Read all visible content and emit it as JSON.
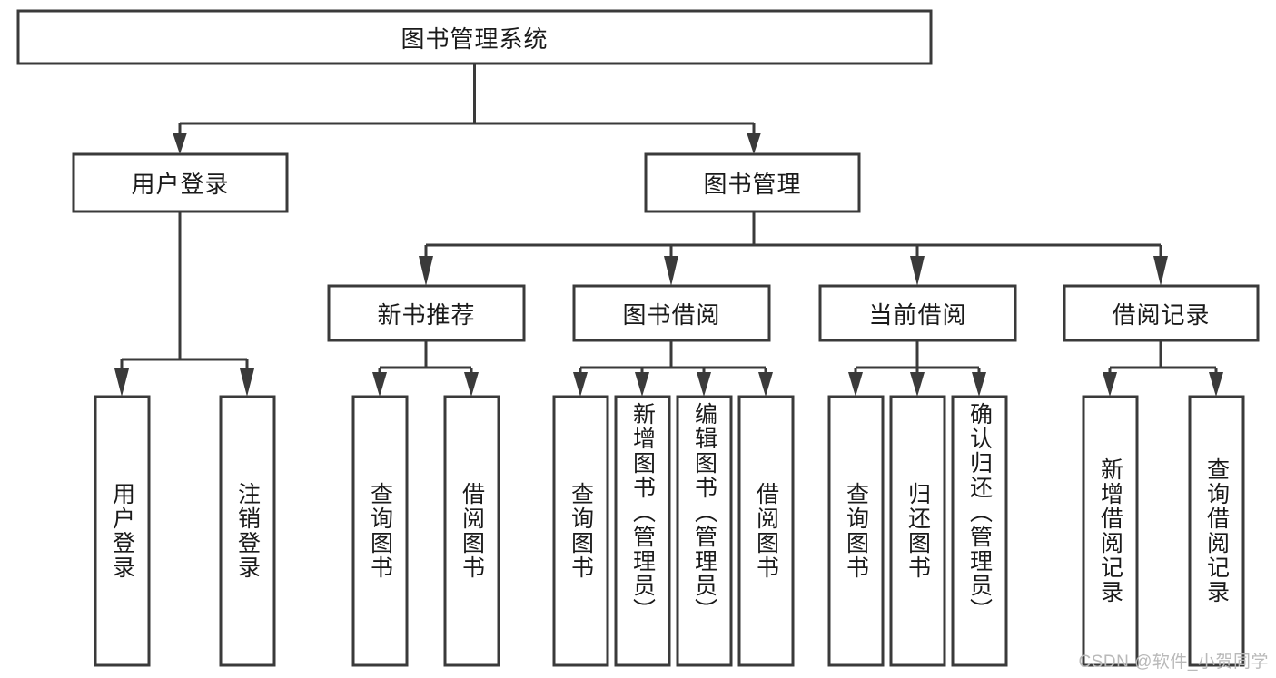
{
  "diagram": {
    "type": "tree-hierarchy",
    "title": "图书管理系统",
    "orientation": "top-down",
    "root": {
      "id": "root",
      "label": "图书管理系统",
      "text_orientation": "horizontal"
    },
    "level2": [
      {
        "id": "user-login",
        "label": "用户登录",
        "text_orientation": "horizontal"
      },
      {
        "id": "book-management",
        "label": "图书管理",
        "text_orientation": "horizontal"
      }
    ],
    "level3": [
      {
        "id": "new-book-recommend",
        "label": "新书推荐",
        "parent": "book-management",
        "text_orientation": "horizontal"
      },
      {
        "id": "book-borrow",
        "label": "图书借阅",
        "parent": "book-management",
        "text_orientation": "horizontal"
      },
      {
        "id": "current-borrow",
        "label": "当前借阅",
        "parent": "book-management",
        "text_orientation": "horizontal"
      },
      {
        "id": "borrow-record",
        "label": "借阅记录",
        "parent": "book-management",
        "text_orientation": "horizontal"
      }
    ],
    "leaves": [
      {
        "id": "leaf-user-login",
        "label": "用户登录",
        "parent": "user-login",
        "text_orientation": "vertical"
      },
      {
        "id": "leaf-logout",
        "label": "注销登录",
        "parent": "user-login",
        "text_orientation": "vertical"
      },
      {
        "id": "leaf-query-book-1",
        "label": "查询图书",
        "parent": "new-book-recommend",
        "text_orientation": "vertical"
      },
      {
        "id": "leaf-borrow-book-1",
        "label": "借阅图书",
        "parent": "new-book-recommend",
        "text_orientation": "vertical"
      },
      {
        "id": "leaf-query-book-2",
        "label": "查询图书",
        "parent": "book-borrow",
        "text_orientation": "vertical"
      },
      {
        "id": "leaf-add-book",
        "label": "新增图书（管理员）",
        "parent": "book-borrow",
        "text_orientation": "vertical"
      },
      {
        "id": "leaf-edit-book",
        "label": "编辑图书（管理员）",
        "parent": "book-borrow",
        "text_orientation": "vertical"
      },
      {
        "id": "leaf-borrow-book-2",
        "label": "借阅图书",
        "parent": "book-borrow",
        "text_orientation": "vertical"
      },
      {
        "id": "leaf-query-book-3",
        "label": "查询图书",
        "parent": "current-borrow",
        "text_orientation": "vertical"
      },
      {
        "id": "leaf-return-book",
        "label": "归还图书",
        "parent": "current-borrow",
        "text_orientation": "vertical"
      },
      {
        "id": "leaf-confirm-return",
        "label": "确认归还（管理员）",
        "parent": "current-borrow",
        "text_orientation": "vertical"
      },
      {
        "id": "leaf-add-record",
        "label": "新增借阅记录",
        "parent": "borrow-record",
        "text_orientation": "vertical"
      },
      {
        "id": "leaf-query-record",
        "label": "查询借阅记录",
        "parent": "borrow-record",
        "text_orientation": "vertical"
      }
    ]
  },
  "watermark": {
    "text": "CSDN @软件_小贺同学"
  },
  "colors": {
    "stroke": "#3a3a3a",
    "fill": "#ffffff",
    "text": "#1a1a1a",
    "watermark": "#b9b9b9",
    "background": "#ffffff"
  }
}
